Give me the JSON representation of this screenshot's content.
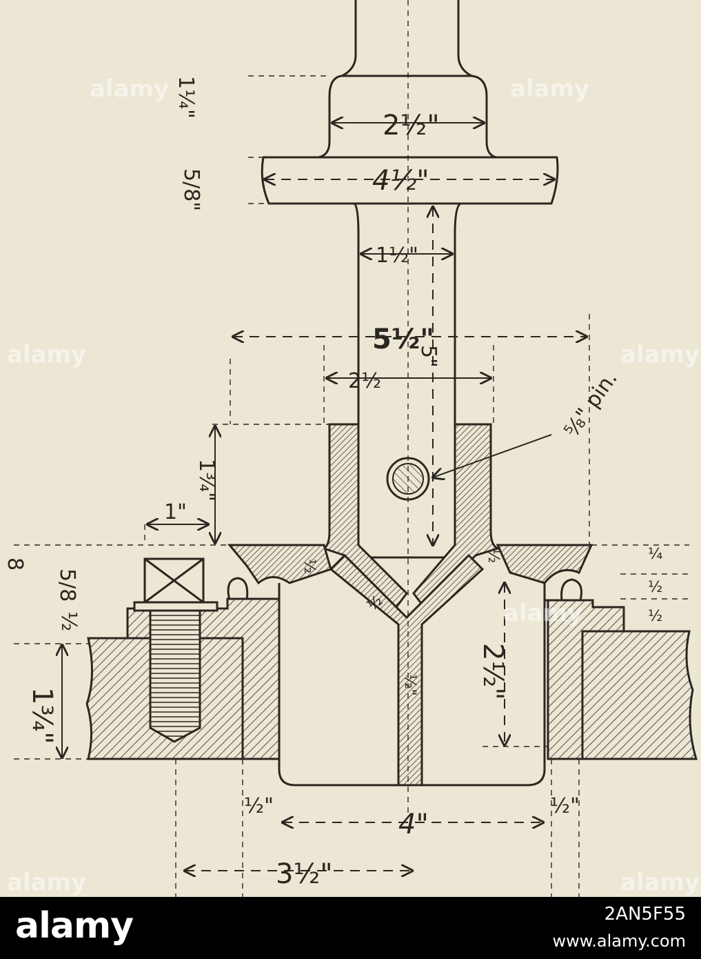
{
  "drawing": {
    "colors": {
      "paper": "#ece6d4",
      "ink": "#2a2620"
    },
    "labels": {
      "collar_width": "2½\"",
      "flange_width": "4½\"",
      "stem_width": "1½\"",
      "span_outer": "5½\"",
      "stem_length": "5\"",
      "socket_width": "2½",
      "pin": "⅝\" pin.",
      "collar_height": "1¼\"",
      "flange_height": "5/8\"",
      "socket_height": "1¾\"",
      "socket_offset": "1\"",
      "bolt_head": "5/8",
      "bolt_washer": "½",
      "bolt_depth": "1¾\"",
      "left_eighth": "8",
      "seat_half": "½",
      "v_half": "½",
      "right_quarter": "¼",
      "right_half_1": "½",
      "right_half_2": "½",
      "right_half_3": "½",
      "bore_depth": "2½\"",
      "web_thickness": "½\"",
      "bottom_half_left": "½\"",
      "bottom_half_right": "½\"",
      "bottom_width": "4\"",
      "bottom_span": "3½\""
    }
  },
  "watermark": {
    "text": "alamy"
  },
  "footer": {
    "logo": "alamy",
    "image_id": "2AN5F55",
    "url": "www.alamy.com"
  }
}
